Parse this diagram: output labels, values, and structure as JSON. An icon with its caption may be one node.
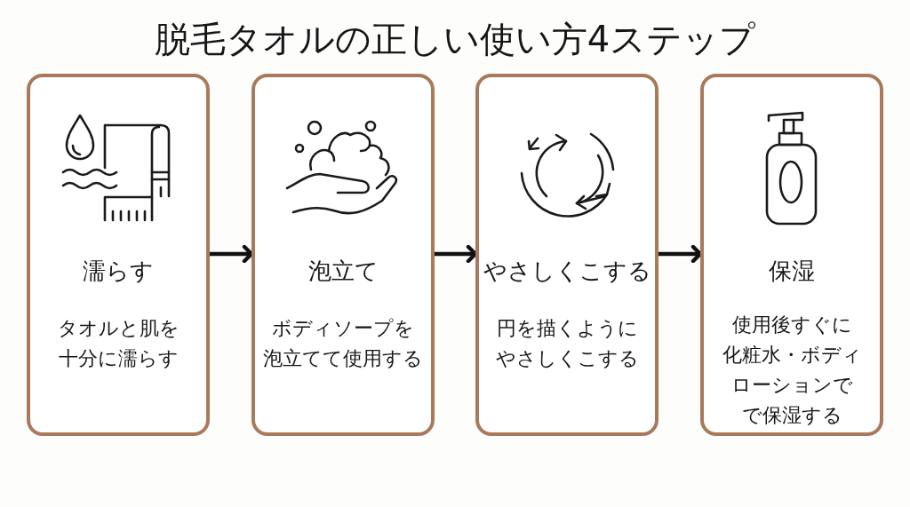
{
  "diagram": {
    "title": "脱毛タオルの正しい使い方4ステップ",
    "nodes": [
      {
        "text": [
          "濡らす",
          "タオルと肌を十分に濡らす"
        ]
      },
      {
        "text": [
          "泡立て",
          "ボディソープを泡立てて使用する"
        ]
      },
      {
        "text": [
          "やさしくこする",
          "円を描くようにやさしくこする"
        ]
      },
      {
        "text": [
          "保湿",
          "使用後すぐに化粧水・ボディローションでで保湿する"
        ]
      }
    ],
    "edges": [
      {
        "from": 0,
        "to": 1,
        "arrow": "to"
      },
      {
        "from": 1,
        "to": 2,
        "arrow": "to"
      },
      {
        "from": 2,
        "to": 3,
        "arrow": "to"
      }
    ]
  }
}
